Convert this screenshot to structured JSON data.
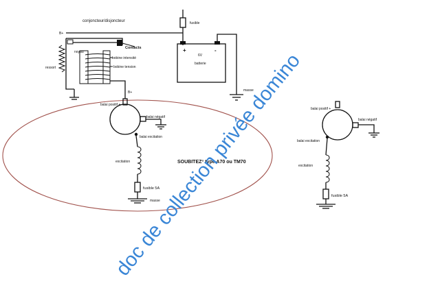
{
  "colors": {
    "ink": "#111111",
    "watermark": "#3a86d6",
    "ellipse": "#a0504a",
    "background": "#ffffff"
  },
  "labels": {
    "conjoncteur_title": "conjoncteur/disjoncteur",
    "b_plus_top": "B+",
    "contacts": "Contacts",
    "noyau": "noyau",
    "bobine_intensite": "bobine intensité",
    "bobine_tension": "bobine tension",
    "ressort": "ressort",
    "b_plus_lower": "B+",
    "fusible_top": "fusible",
    "battery_plus": "+",
    "battery_minus": "-",
    "battery_voltage": "6V",
    "batterie": "batterie",
    "masse_battery": "masse",
    "balai_positif_left": "balai positif +",
    "balai_negatif_left": "balai négatif",
    "balai_excitation_left": "balai excitation",
    "excitation_left": "excitation",
    "fusible_5a_left": "fusible 5A",
    "masse_left": "masse",
    "generator_type_prefix": "SOUBITEZ",
    "generator_type_suffix": "type A70 ou TM70",
    "balai_positif_right": "balai positif +",
    "balai_negatif_right": "balai négatif",
    "balai_excitation_right": "balai excitation",
    "excitation_right": "excitation",
    "fusible_5a_right": "fusible 5A"
  },
  "watermark": {
    "text": "doc de collection privée domino"
  }
}
